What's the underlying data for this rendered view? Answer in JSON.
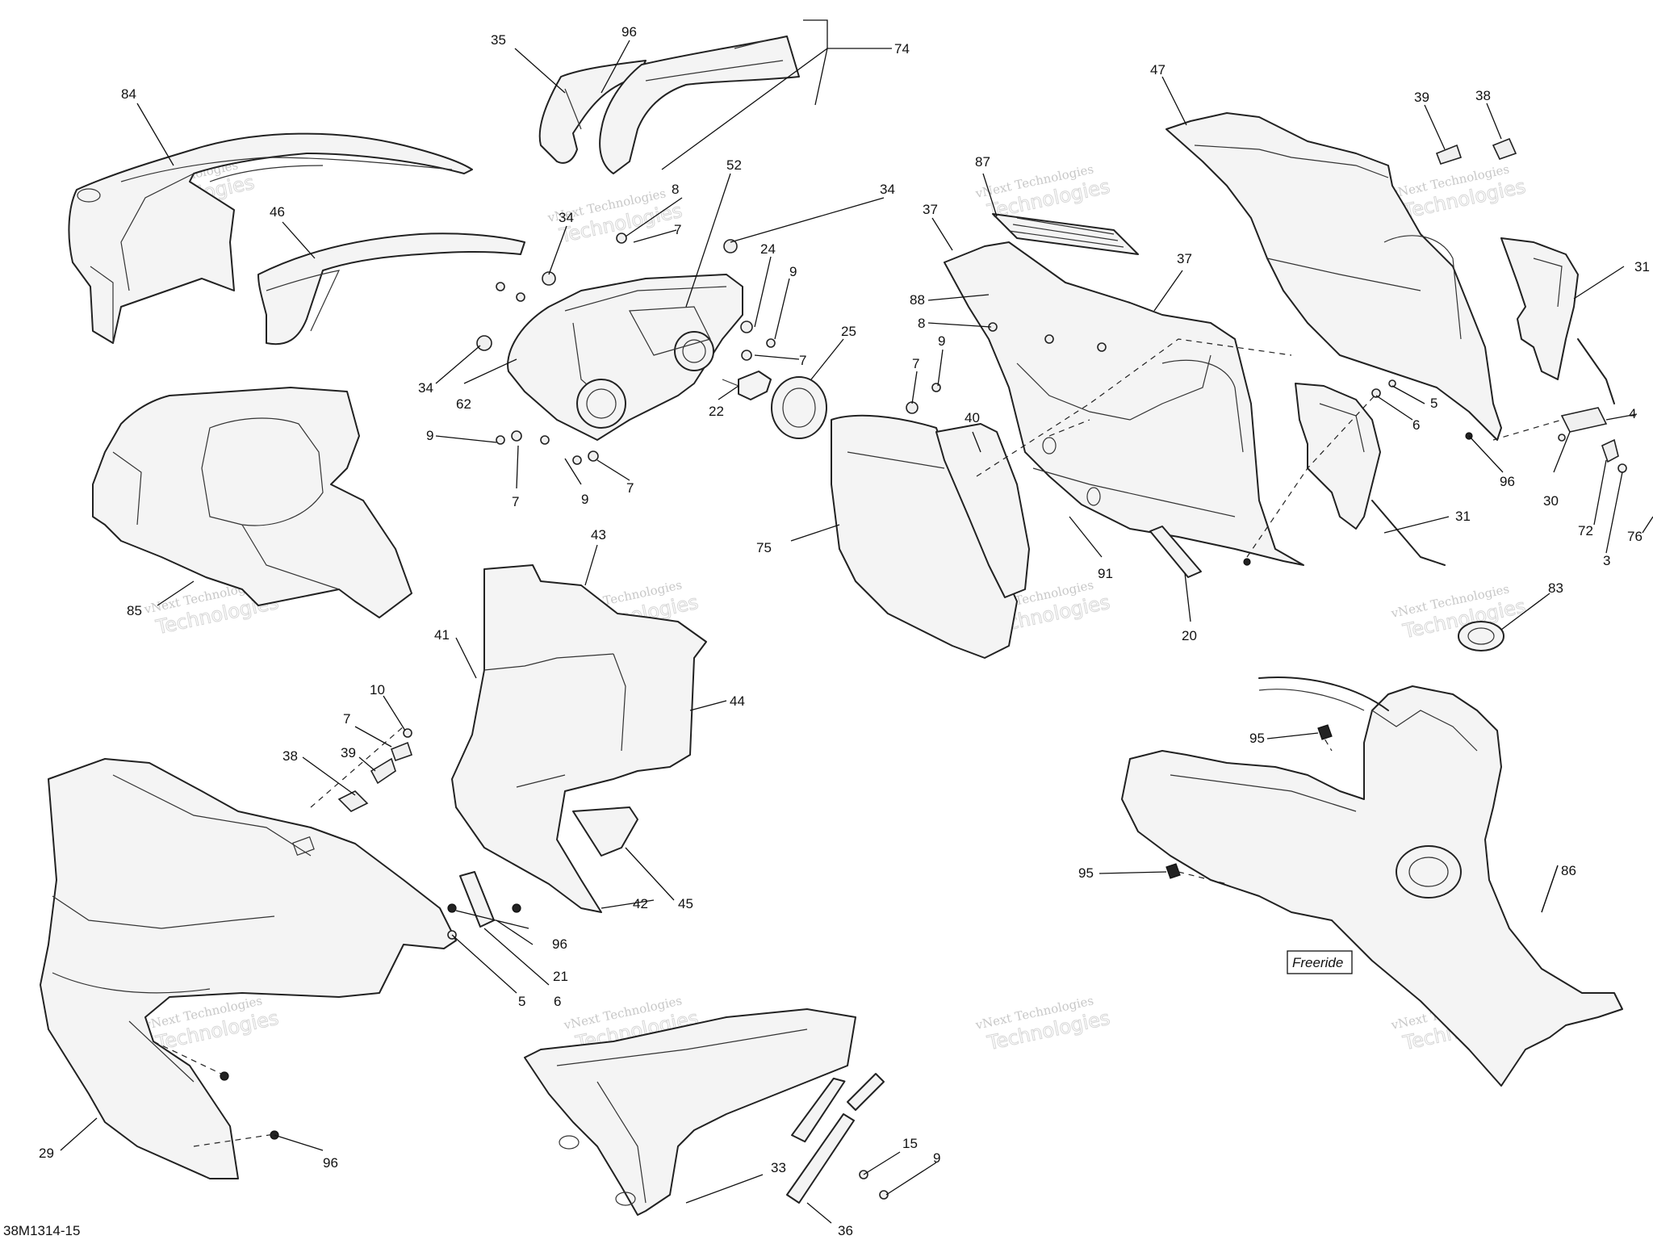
{
  "document_id": "38M1314-15",
  "variant_label": "Freeride",
  "watermark": {
    "line1": "vNext Technologies",
    "line2": "Technologies",
    "line3": "vNext"
  },
  "callouts": {
    "c84": "84",
    "c46": "46",
    "c35": "35",
    "c96a": "96",
    "c74": "74",
    "c52": "52",
    "c34a": "34",
    "c34b": "34",
    "c34c": "34",
    "c8a": "8",
    "c7a": "7",
    "c24": "24",
    "c9a": "9",
    "c7b": "7",
    "c25": "25",
    "c62": "62",
    "c9b": "9",
    "c7c": "7",
    "c9c": "9",
    "c7d": "7",
    "c22": "22",
    "c85": "85",
    "c43": "43",
    "c41": "41",
    "c44": "44",
    "c10": "10",
    "c7e": "7",
    "c38a": "38",
    "c39a": "39",
    "c42": "42",
    "c45": "45",
    "c96b": "96",
    "c21": "21",
    "c5a": "5",
    "c6a": "6",
    "c29": "29",
    "c96c": "96",
    "c33": "33",
    "c15": "15",
    "c9d": "9",
    "c36": "36",
    "c87": "87",
    "c37a": "37",
    "c37b": "37",
    "c88": "88",
    "c8b": "8",
    "c9e": "9",
    "c7f": "7",
    "c40": "40",
    "c75": "75",
    "c91": "91",
    "c20": "20",
    "c47": "47",
    "c39b": "39",
    "c38b": "38",
    "c31a": "31",
    "c5b": "5",
    "c6b": "6",
    "c96d": "96",
    "c31b": "31",
    "c4": "4",
    "c30": "30",
    "c72": "72",
    "c3": "3",
    "c76": "76",
    "c83": "83",
    "c95a": "95",
    "c95b": "95",
    "c86": "86"
  }
}
